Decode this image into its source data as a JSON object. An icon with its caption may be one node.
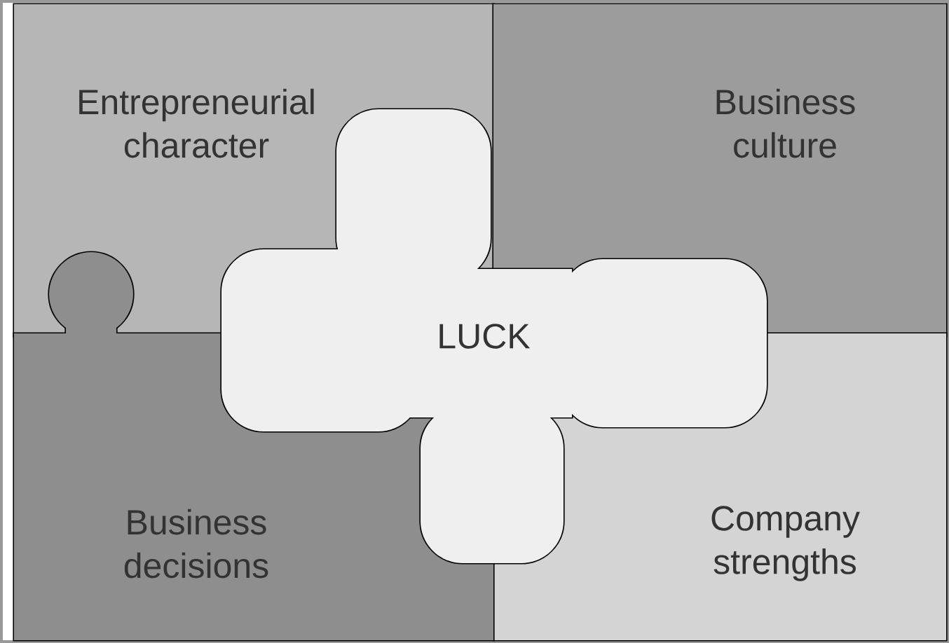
{
  "diagram": {
    "nodes": [
      {
        "text": [
          "Entrepreneurial character"
        ]
      },
      {
        "text": [
          "Business culture"
        ]
      },
      {
        "text": [
          "LUCK"
        ]
      },
      {
        "text": [
          "Business decisions"
        ]
      },
      {
        "text": [
          "Company strengths"
        ]
      }
    ]
  }
}
